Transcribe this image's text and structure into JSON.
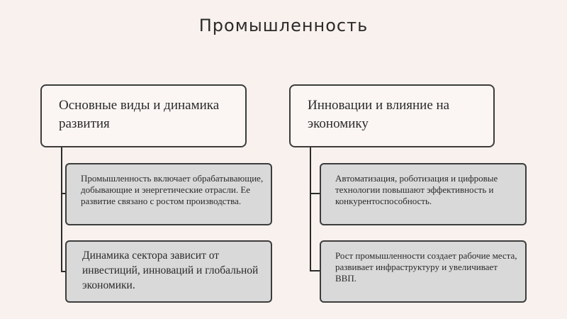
{
  "title": "Промышленность",
  "columns": [
    {
      "header": "Основные виды и динамика развития",
      "items": [
        "Промышленность включает обрабатывающие, добывающие и энергетические отрасли. Ее развитие связано с ростом производства.",
        "Динамика сектора зависит от инвестиций, инноваций и глобальной экономики."
      ]
    },
    {
      "header": "Инновации и влияние на экономику",
      "items": [
        "Автоматизация, роботизация и цифровые технологии повышают эффективность и конкурентоспособность.",
        "Рост промышленности создает рабочие места, развивает инфраструктуру и увеличивает ВВП."
      ]
    }
  ]
}
